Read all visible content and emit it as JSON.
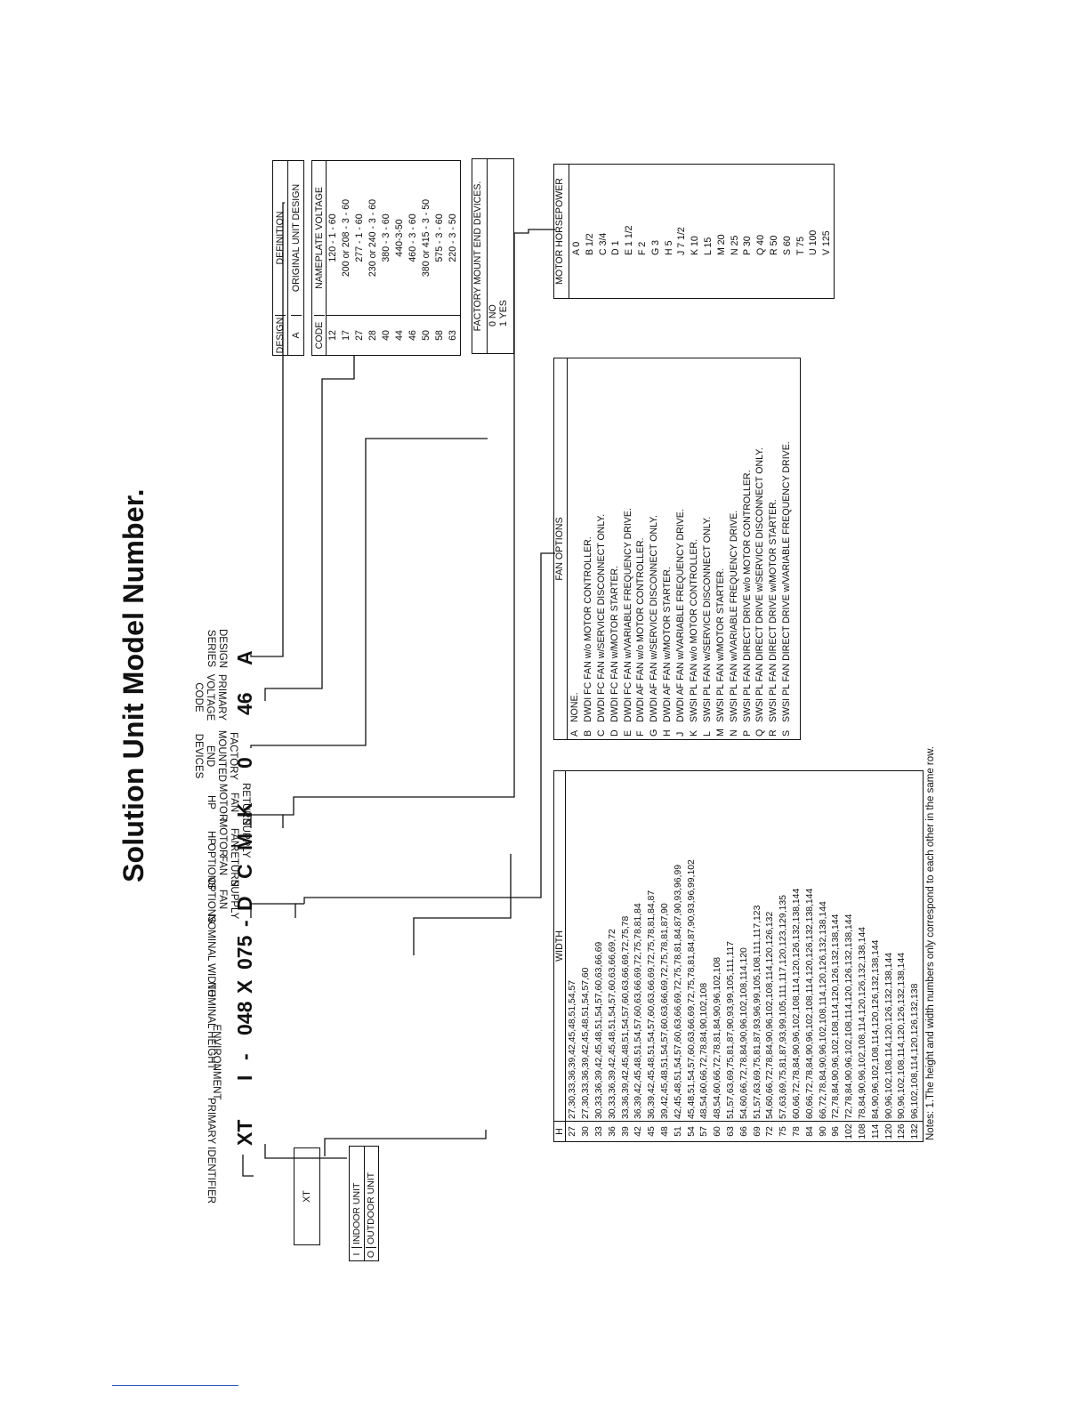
{
  "title": "Solution Unit Model Number.",
  "segments": [
    {
      "code": "XT",
      "label": "PRIMARY IDENTIFIER"
    },
    {
      "code": "I",
      "label": "ENVIRONMENT"
    },
    {
      "code": "-",
      "label": ""
    },
    {
      "code": "048",
      "label": "NOMINAL HEIGHT"
    },
    {
      "code": "X",
      "label": ""
    },
    {
      "code": "075",
      "label": "NOMINAL WIDTH"
    },
    {
      "code": "-",
      "label": ""
    },
    {
      "code": "D",
      "label": "SUPPLY FAN OPTIONS"
    },
    {
      "code": "C",
      "label": "RETURN FAN OPTIONS"
    },
    {
      "code": "M",
      "label": "SUPPLY FAN MOTOR HP"
    },
    {
      "code": "K",
      "label": "RETURN FAN MOTOR HP"
    },
    {
      "code": "0",
      "label": "FACTORY MOUNTED END DEVICES"
    },
    {
      "code": "46",
      "label": "PRIMARY VOLTAGE CODE"
    },
    {
      "code": "A",
      "label": "DESIGN SERIES"
    }
  ],
  "identifier_box": {
    "text": "XT"
  },
  "environment_table": {
    "rows": [
      {
        "code": "I",
        "desc": "INDOOR UNIT"
      },
      {
        "code": "O",
        "desc": "OUTDOOR UNIT"
      }
    ]
  },
  "size_table": {
    "header_h": "H",
    "header_w": "WIDTH",
    "rows": [
      {
        "h": "27",
        "w": "27,30,33,36,39,42,45,48,51,54,57"
      },
      {
        "h": "30",
        "w": "27,30,33,36,39,42,45,48,51,54,57,60"
      },
      {
        "h": "33",
        "w": "30,33,36,39,42,45,48,51,54,57,60,63,66,69"
      },
      {
        "h": "36",
        "w": "30,33,36,39,42,45,48,51,54,57,60,63,66,69,72"
      },
      {
        "h": "39",
        "w": "33,36,39,42,45,48,51,54,57,60,63,66,69,72,75,78"
      },
      {
        "h": "42",
        "w": "36,39,42,45,48,51,54,57,60,63,66,69,72,75,78,81,84"
      },
      {
        "h": "45",
        "w": "36,39,42,45,48,51,54,57,60,63,66,69,72,75,78,81,84,87"
      },
      {
        "h": "48",
        "w": "39,42,45,48,51,54,57,60,63,66,69,72,75,78,81,87,90"
      },
      {
        "h": "51",
        "w": "42,45,48,51,54,57,60,63,66,69,72,75,78,81,84,87,90,93,96,99"
      },
      {
        "h": "54",
        "w": "45,48,51,54,57,60,63,66,69,72,75,78,81,84,87,90,93,96,99,102"
      },
      {
        "h": "57",
        "w": "48,54,60,66,72,78,84,90,102,108"
      },
      {
        "h": "60",
        "w": "48,54,60,66,72,78,81,84,90,96,102,108"
      },
      {
        "h": "63",
        "w": "51,57,63,69,75,81,87,90,93,99,105,111,117"
      },
      {
        "h": "66",
        "w": "54,60,66,72,78,84,90,96,102,108,114,120"
      },
      {
        "h": "69",
        "w": "51,57,63,69,75,81,87,93,96,99,105,108,111,117,123"
      },
      {
        "h": "72",
        "w": "54,60,66,72,78,84,90,96,102,108,114,120,126,132"
      },
      {
        "h": "75",
        "w": "57,63,69,75,81,87,93,99,105,111,117,120,123,129,135"
      },
      {
        "h": "78",
        "w": "60,66,72,78,84,90,96,102,108,114,120,126,132,138,144"
      },
      {
        "h": "84",
        "w": "60,66,72,78,84,90,96,102,108,114,120,126,132,138,144"
      },
      {
        "h": "90",
        "w": "66,72,78,84,90,96,102,108,114,120,126,132,138,144"
      },
      {
        "h": "96",
        "w": "72,78,84,90,96,102,108,114,120,126,132,138,144"
      },
      {
        "h": "102",
        "w": "72,78,84,90,96,102,108,114,120,126,132,138,144"
      },
      {
        "h": "108",
        "w": "78,84,90,96,102,108,114,120,126,132,138,144"
      },
      {
        "h": "114",
        "w": "84,90,96,102,108,114,120,126,132,138,144"
      },
      {
        "h": "120",
        "w": "90,96,102,108,114,120,126,132,138,144"
      },
      {
        "h": "126",
        "w": "90,96,102,108,114,120,126,132,138,144"
      },
      {
        "h": "132",
        "w": "96,102,108,114,120,126,132,138"
      }
    ]
  },
  "fan_options": {
    "header": "FAN OPTIONS",
    "rows": [
      {
        "code": "A",
        "desc": "NONE."
      },
      {
        "code": "B",
        "desc": "DWDI FC FAN w/o MOTOR CONTROLLER."
      },
      {
        "code": "C",
        "desc": "DWDI FC FAN w/SERVICE DISCONNECT ONLY."
      },
      {
        "code": "D",
        "desc": "DWDI FC FAN w/MOTOR STARTER."
      },
      {
        "code": "E",
        "desc": "DWDI FC FAN w/VARIABLE FREQUENCY DRIVE."
      },
      {
        "code": "F",
        "desc": "DWDI AF FAN w/o MOTOR CONTROLLER."
      },
      {
        "code": "G",
        "desc": "DWDI AF FAN w/SERVICE DISCONNECT ONLY."
      },
      {
        "code": "H",
        "desc": "DWDI AF FAN w/MOTOR STARTER."
      },
      {
        "code": "J",
        "desc": "DWDI AF FAN w/VARIABLE FREQUENCY DRIVE."
      },
      {
        "code": "K",
        "desc": "SWSI PL FAN w/o MOTOR CONTROLLER."
      },
      {
        "code": "L",
        "desc": "SWSI PL FAN w/SERVICE DISCONNECT ONLY."
      },
      {
        "code": "M",
        "desc": "SWSI PL FAN w/MOTOR STARTER."
      },
      {
        "code": "N",
        "desc": "SWSI PL FAN w/VARIABLE FREQUENCY DRIVE."
      },
      {
        "code": "P",
        "desc": "SWSI PL FAN DIRECT DRIVE w/o MOTOR CONTROLLER."
      },
      {
        "code": "Q",
        "desc": "SWSI PL FAN DIRECT DRIVE w/SERVICE DISCONNECT ONLY."
      },
      {
        "code": "R",
        "desc": "SWSI PL FAN DIRECT DRIVE w/MOTOR STARTER."
      },
      {
        "code": "S",
        "desc": "SWSI PL FAN DIRECT DRIVE w/VARIABLE FREQUENCY DRIVE."
      }
    ]
  },
  "design_table": {
    "header_code": "DESIGN",
    "header_def": "DEFINITION",
    "rows": [
      {
        "code": "A",
        "desc": "ORIGINAL UNIT DESIGN"
      }
    ]
  },
  "voltage_table": {
    "header_code": "CODE",
    "header_def": "NAMEPLATE VOLTAGE",
    "rows": [
      {
        "code": "12",
        "desc": "120 - 1 - 60"
      },
      {
        "code": "17",
        "desc": "200 or 208 - 3 - 60"
      },
      {
        "code": "27",
        "desc": "277 - 1 - 60"
      },
      {
        "code": "28",
        "desc": "230 or 240 - 3 - 60"
      },
      {
        "code": "40",
        "desc": "380 - 3 - 60"
      },
      {
        "code": "44",
        "desc": "440-3-50"
      },
      {
        "code": "46",
        "desc": "460 - 3 - 60"
      },
      {
        "code": "50",
        "desc": "380 or 415 - 3 - 50"
      },
      {
        "code": "58",
        "desc": "575 - 3 - 60"
      },
      {
        "code": "63",
        "desc": "220 - 3 - 50"
      }
    ]
  },
  "end_devices_table": {
    "header": "FACTORY MOUNT END DEVICES.",
    "rows": [
      "0 NO",
      "1 YES"
    ]
  },
  "motor_hp_table": {
    "header": "MOTOR HORSEPOWER",
    "rows": [
      "A 0",
      "B 1/2",
      "C 3/4",
      "D 1",
      "E 1 1/2",
      "F 2",
      "G 3",
      "H 5",
      "J 7 1/2",
      "K 10",
      "L 15",
      "M 20",
      "N 25",
      "P 30",
      "Q 40",
      "R 50",
      "S 60",
      "T 75",
      "U 100",
      "V 125"
    ]
  },
  "note": "Notes:  1.The height and width numbers only correspond to each other in the same row."
}
